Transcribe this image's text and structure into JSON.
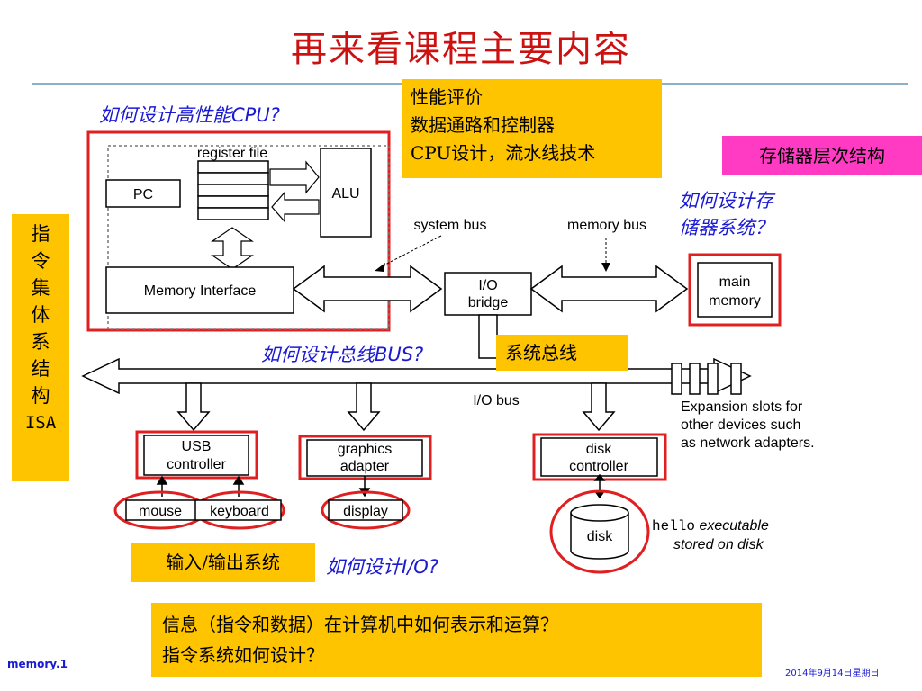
{
  "slide": {
    "title": "再来看课程主要内容",
    "footer_left": "memory.1",
    "footer_right": "2014年9月14日星期日"
  },
  "annotations": {
    "design_cpu": "如何设计高性能CPU?",
    "design_memory_line1": "如何设计存",
    "design_memory_line2": "储器系统？",
    "design_bus": "如何设计总线BUS?",
    "design_io": "如何设计I/O?"
  },
  "boxes": {
    "perf_line1": "性能评价",
    "perf_line2": "数据通路和控制器",
    "perf_line3": "CPU设计，流水线技术",
    "memory_hierarchy": "存储器层次结构",
    "isa_chars": [
      "指",
      "令",
      "集",
      "体",
      "系",
      "结",
      "构",
      "ISA"
    ],
    "system_bus": "系统总线",
    "io_system": "输入/输出系统",
    "info_line1": "信息（指令和数据）在计算机中如何表示和运算？",
    "info_line2": "指令系统如何设计？"
  },
  "diagram": {
    "register_file": "register file",
    "pc": "PC",
    "alu": "ALU",
    "memory_interface": "Memory Interface",
    "system_bus": "system bus",
    "memory_bus": "memory bus",
    "io_bridge_1": "I/O",
    "io_bridge_2": "bridge",
    "main_memory_1": "main",
    "main_memory_2": "memory",
    "io_bus": "I/O bus",
    "expansion_1": "Expansion slots for",
    "expansion_2": "other devices such",
    "expansion_3": "as network adapters.",
    "usb_1": "USB",
    "usb_2": "controller",
    "graphics_1": "graphics",
    "graphics_2": "adapter",
    "disk_ctrl_1": "disk",
    "disk_ctrl_2": "controller",
    "mouse": "mouse",
    "keyboard": "keyboard",
    "display": "display",
    "disk": "disk",
    "hello_code": "hello",
    "hello_rest": " executable",
    "stored_on_disk": "stored on disk"
  },
  "colors": {
    "title": "#cc1111",
    "question": "#1a1ad2",
    "yellow_box": "#ffc400",
    "magenta_box": "#ff3bc4",
    "highlight_red": "#e02020"
  }
}
